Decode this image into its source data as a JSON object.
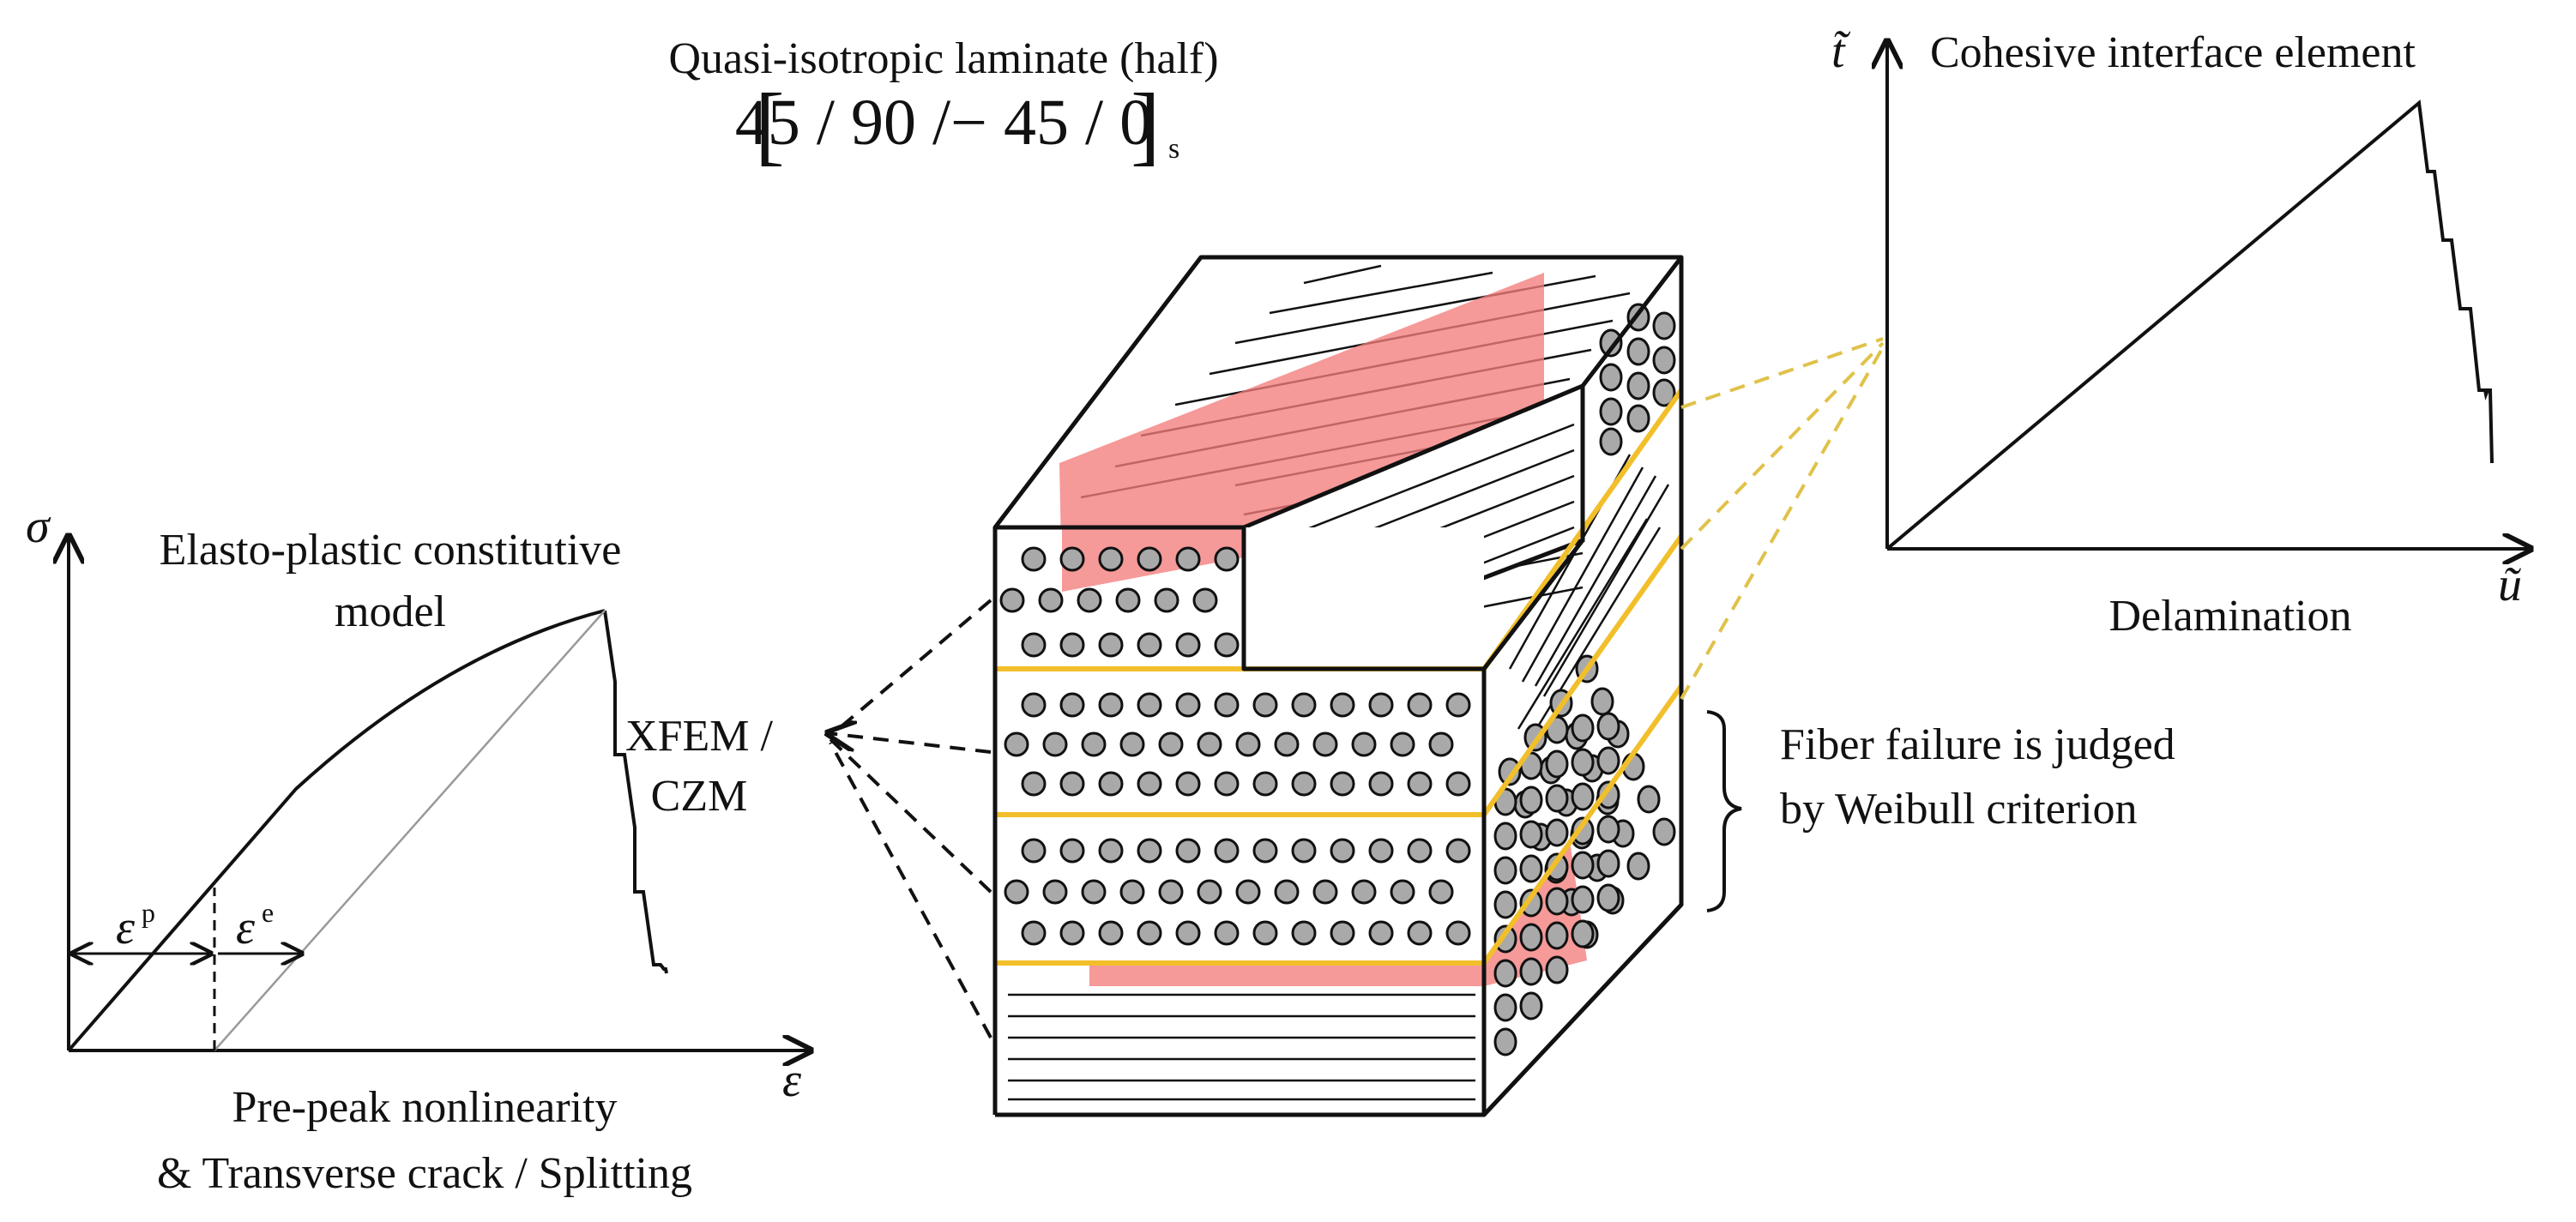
{
  "title": {
    "line1": "Quasi-isotropic laminate (half)",
    "layup": "45 / 90 /− 45 / 0",
    "layup_subscript": "s"
  },
  "left_panel": {
    "title_line1": "Elasto-plastic constitutive",
    "title_line2": "model",
    "y_axis_symbol": "σ",
    "x_axis_symbol": "ε",
    "plastic_strain_base": "ε",
    "plastic_strain_sup": "p",
    "elastic_strain_base": "ε",
    "elastic_strain_sup": "e",
    "caption_line1": "Pre-peak nonlinearity",
    "caption_line2": "& Transverse crack / Splitting"
  },
  "center": {
    "xfem_line1": "XFEM /",
    "xfem_line2": "CZM",
    "fiber_note_line1": "Fiber failure is judged",
    "fiber_note_line2": "by Weibull criterion"
  },
  "right_panel": {
    "title": "Cohesive interface element",
    "y_axis_symbol": "t̃",
    "x_axis_symbol": "ũ",
    "caption": "Delamination"
  },
  "colors": {
    "ink": "#111111",
    "damage_red": "#f47c7c",
    "interface_yellow": "#f2bf2a",
    "dashed_yellow": "#e0c24a",
    "fiber_gray": "#a9a9a9"
  }
}
